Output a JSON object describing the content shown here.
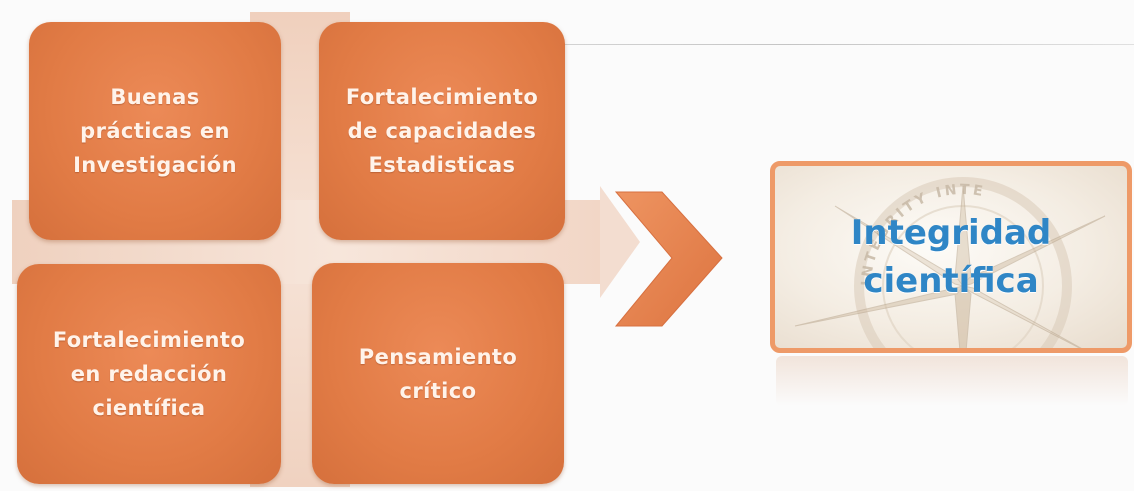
{
  "quadrants": [
    {
      "label": "Buenas\nprácticas en\nInvestigación"
    },
    {
      "label": "Fortalecimiento\nde capacidades\nEstadisticas"
    },
    {
      "label": "Fortalecimiento\nen redacción\ncientífica"
    },
    {
      "label": "Pensamiento\ncrítico"
    }
  ],
  "result": {
    "line1": "Integridad",
    "line2": "científica",
    "compass_ring_text": "INTEGRITY INTE"
  },
  "colors": {
    "quadrant_fill": "#e17b45",
    "quadrant_text": "#fff3ea",
    "chevron": "#e8844f",
    "card_border": "#ee9a68",
    "result_text": "#2f86c6"
  },
  "icons": {
    "arrow": "chevron-right-icon",
    "background": "compass-icon"
  }
}
